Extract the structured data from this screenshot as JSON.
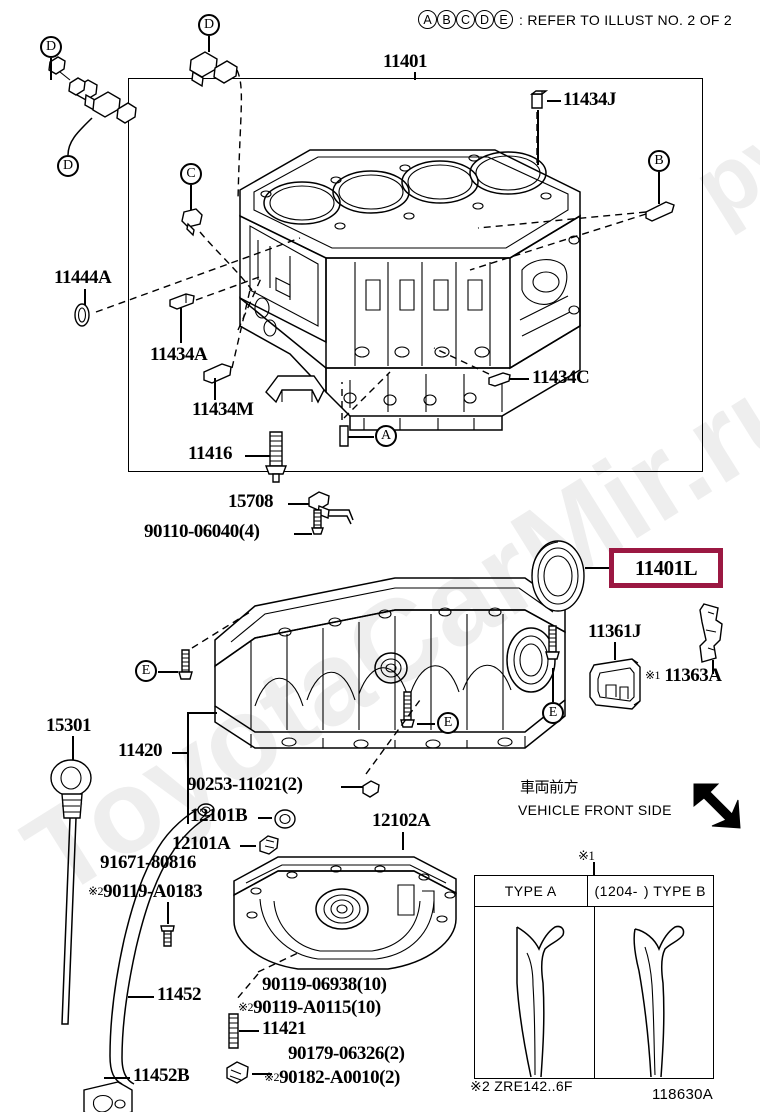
{
  "header": {
    "callout_letters": [
      "A",
      "B",
      "C",
      "D",
      "E"
    ],
    "refer_text": ": REFER TO ILLUST NO. 2 OF 2"
  },
  "top_section": {
    "main_part": "11401",
    "labels": [
      {
        "id": "11434J",
        "text": "11434J"
      },
      {
        "id": "11444A",
        "text": "11444A"
      },
      {
        "id": "11434A",
        "text": "11434A"
      },
      {
        "id": "11434M",
        "text": "11434M"
      },
      {
        "id": "11434C",
        "text": "11434C"
      },
      {
        "id": "11416",
        "text": "11416"
      }
    ],
    "callouts": [
      "D",
      "D",
      "D",
      "C",
      "B",
      "A"
    ]
  },
  "middle_section": {
    "labels": [
      {
        "id": "15708",
        "text": "15708"
      },
      {
        "id": "90110",
        "text": "90110-06040(4)"
      },
      {
        "id": "11401L",
        "text": "11401L",
        "highlighted": true
      },
      {
        "id": "11361J",
        "text": "11361J"
      },
      {
        "id": "11363A",
        "text": "11363A",
        "mark": "※1"
      },
      {
        "id": "11420",
        "text": "11420"
      },
      {
        "id": "90253",
        "text": "90253-11021(2)"
      }
    ],
    "callouts": [
      "E",
      "E",
      "E"
    ]
  },
  "bottom_section": {
    "labels": [
      {
        "id": "15301",
        "text": "15301"
      },
      {
        "id": "12101B",
        "text": "12101B"
      },
      {
        "id": "12101A",
        "text": "12101A"
      },
      {
        "id": "12102A",
        "text": "12102A"
      },
      {
        "id": "91671",
        "text": "91671-80816"
      },
      {
        "id": "90119A0183",
        "text": "90119-A0183",
        "mark": "※2"
      },
      {
        "id": "11452",
        "text": "11452"
      },
      {
        "id": "11452B",
        "text": "11452B"
      },
      {
        "id": "90119_06938",
        "text": "90119-06938(10)"
      },
      {
        "id": "90119_A0115",
        "text": "90119-A0115(10)",
        "mark": "※2"
      },
      {
        "id": "11421",
        "text": "11421"
      },
      {
        "id": "90179",
        "text": "90179-06326(2)"
      },
      {
        "id": "90182",
        "text": "90182-A0010(2)",
        "mark": "※2"
      }
    ]
  },
  "front_side": {
    "jp": "車両前方",
    "en": "VEHICLE FRONT SIDE"
  },
  "type_table": {
    "mark": "※1",
    "col_a": "TYPE A",
    "col_b_prefix": "(1204-",
    "col_b_suffix": ") TYPE B"
  },
  "footer": {
    "note": "※2 ZRE142..6F",
    "code": "118630A"
  },
  "watermark": {
    "text1": "ToyotaCarMir.ru",
    "text2": "ру"
  },
  "colors": {
    "highlight": "#9B1842",
    "line": "#000000",
    "watermark": "#eeeeee"
  }
}
